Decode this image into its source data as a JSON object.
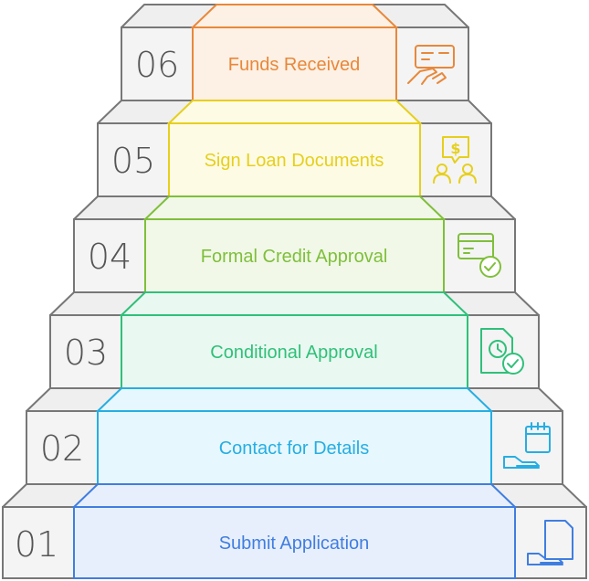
{
  "steps": [
    {
      "number": "01",
      "label": "Submit Application",
      "color": "#3f7ee0",
      "fill": "#e8effc",
      "icon": "document-hand-icon"
    },
    {
      "number": "02",
      "label": "Contact for Details",
      "color": "#25aee3",
      "fill": "#e6f7fd",
      "icon": "calendar-hand-icon"
    },
    {
      "number": "03",
      "label": "Conditional Approval",
      "color": "#2fc07a",
      "fill": "#e9f8f0",
      "icon": "clock-check-document-icon"
    },
    {
      "number": "04",
      "label": "Formal Credit Approval",
      "color": "#7fbf3a",
      "fill": "#f1f8e8",
      "icon": "card-check-icon"
    },
    {
      "number": "05",
      "label": "Sign Loan Documents",
      "color": "#e6cf1d",
      "fill": "#fdfbe4",
      "icon": "people-money-speech-icon"
    },
    {
      "number": "06",
      "label": "Funds Received",
      "color": "#e8883a",
      "fill": "#fdf0e4",
      "icon": "check-hand-icon"
    }
  ]
}
